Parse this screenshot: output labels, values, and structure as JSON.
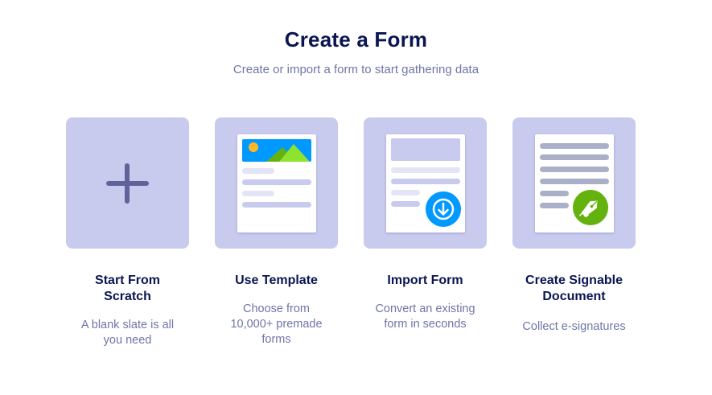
{
  "header": {
    "title": "Create a Form",
    "subtitle": "Create or import a form to start gathering data"
  },
  "cards": [
    {
      "title_line1": "Start From",
      "title_line2": "Scratch",
      "desc_line1": "A blank slate is all",
      "desc_line2": "you need",
      "icon": "plus-icon"
    },
    {
      "title_line1": "Use Template",
      "desc_line1": "Choose from",
      "desc_line2": "10,000+ premade",
      "desc_line3": "forms",
      "icon": "template-icon"
    },
    {
      "title_line1": "Import Form",
      "desc_line1": "Convert an existing",
      "desc_line2": "form in seconds",
      "icon": "download-icon"
    },
    {
      "title_line1": "Create Signable",
      "title_line2": "Document",
      "desc_line1": "Collect e-signatures",
      "icon": "pen-icon"
    }
  ],
  "colors": {
    "title": "#0a1551",
    "subtitle": "#6f76a7",
    "tile": "#c8caee",
    "plus": "#5f6399",
    "import_blue": "#0099ff",
    "sign_green": "#64b20e"
  }
}
